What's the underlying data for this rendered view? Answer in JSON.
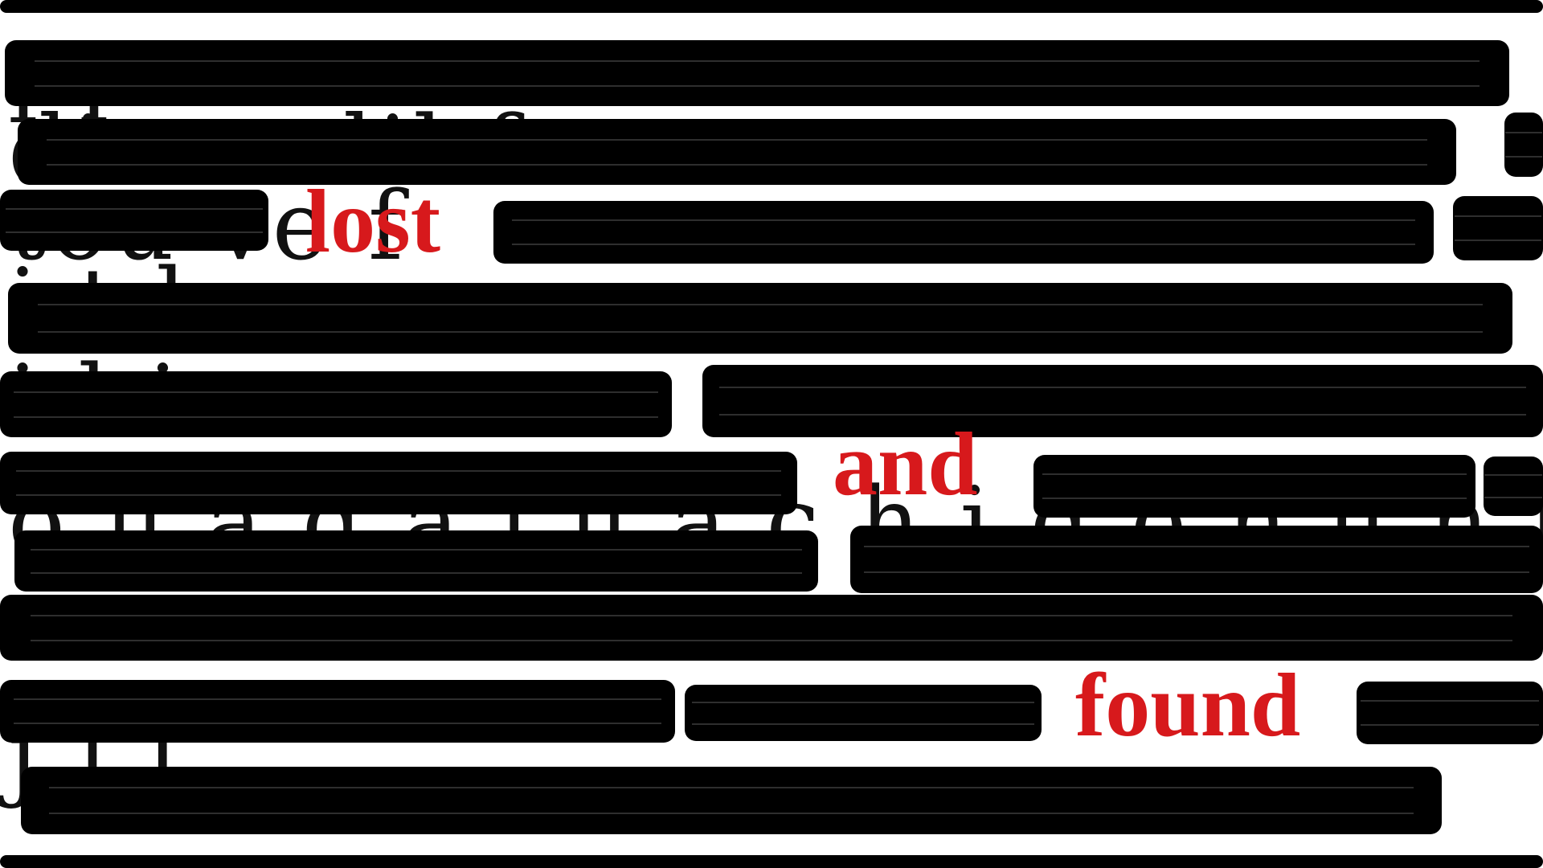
{
  "poem": {
    "revealed_words": [
      "lost",
      "and",
      "found"
    ],
    "accent_color": "#d7191c",
    "ink_color": "#000000"
  }
}
